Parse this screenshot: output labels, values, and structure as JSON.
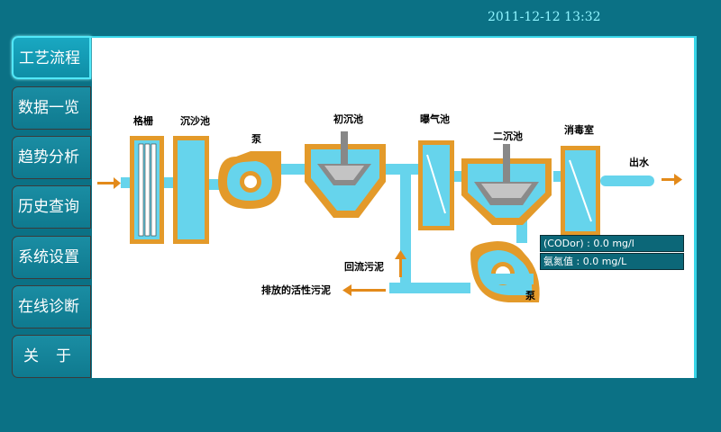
{
  "header": {
    "datetime": "2011-12-12 13:32"
  },
  "sidebar": {
    "items": [
      {
        "label": "工艺流程",
        "active": true
      },
      {
        "label": "数据一览",
        "active": false
      },
      {
        "label": "趋势分析",
        "active": false
      },
      {
        "label": "历史查询",
        "active": false
      },
      {
        "label": "系统设置",
        "active": false
      },
      {
        "label": "在线诊断",
        "active": false
      },
      {
        "label": "关　于",
        "active": false
      }
    ]
  },
  "process": {
    "labels": {
      "screen": "格栅",
      "grit": "沉沙池",
      "pump1": "泵",
      "primary": "初沉池",
      "aeration": "曝气池",
      "secondary": "二沉池",
      "disinfection": "消毒室",
      "outlet": "出水",
      "return_sludge": "回流污泥",
      "discharged_sludge": "排放的活性污泥",
      "pump2": "泵"
    },
    "readings": [
      "(CODor) : 0.0  mg/l",
      "氨氮值 : 0.0  mg/L"
    ]
  },
  "colors": {
    "water": "#66d4ec",
    "tank_orange": "#e39a2a",
    "arrow": "#e38a1a"
  }
}
